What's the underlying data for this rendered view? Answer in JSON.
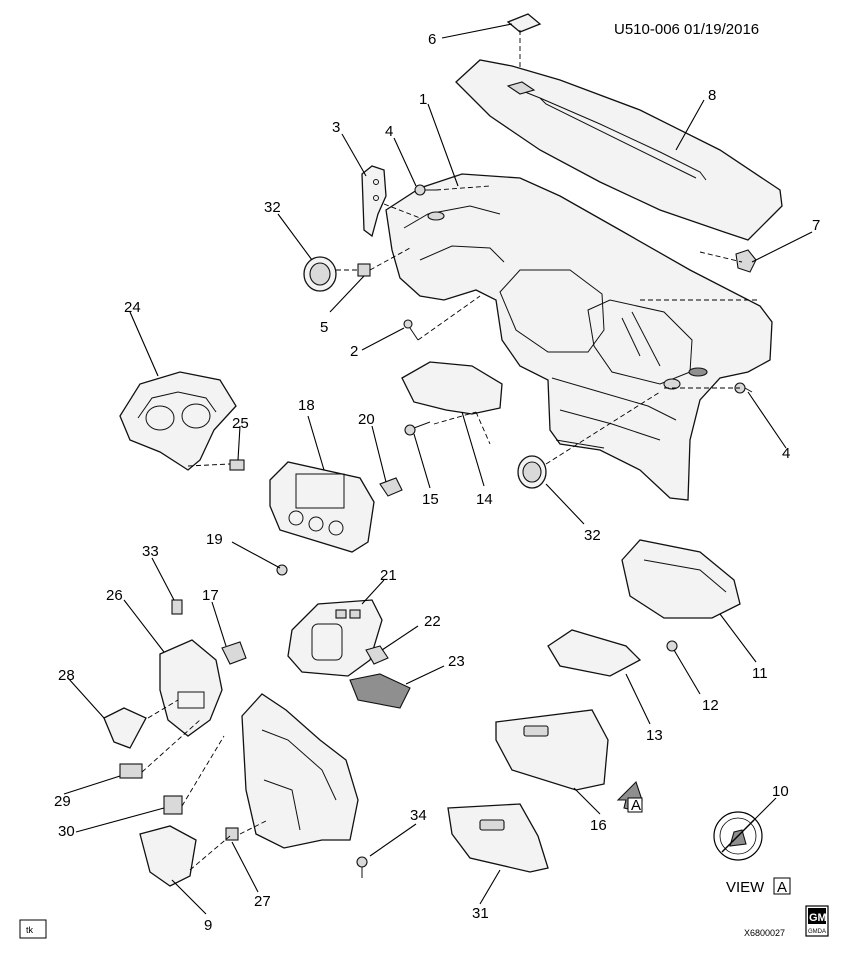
{
  "header": {
    "code": "U510-006  01/19/2016"
  },
  "footer": {
    "tk_label": "tk",
    "drawing_id": "X6800027",
    "logo_text": "GM",
    "logo_subtext": "GMDA"
  },
  "view": {
    "label": "VIEW",
    "letter": "A"
  },
  "arrow_letter": "A",
  "callouts": [
    "1",
    "2",
    "3",
    "4",
    "4",
    "5",
    "6",
    "7",
    "8",
    "9",
    "10",
    "11",
    "12",
    "13",
    "14",
    "15",
    "16",
    "17",
    "18",
    "19",
    "20",
    "21",
    "22",
    "23",
    "24",
    "25",
    "26",
    "27",
    "28",
    "29",
    "30",
    "31",
    "32",
    "32",
    "33",
    "34"
  ]
}
